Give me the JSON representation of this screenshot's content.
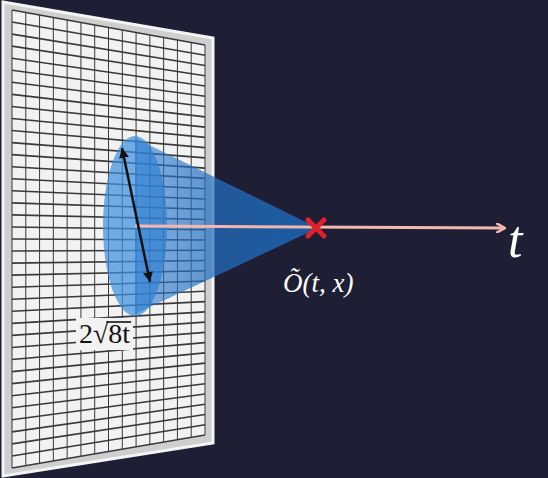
{
  "diagram": {
    "labels": [
      "2√8t",
      "t",
      "Õ(t, x)"
    ]
  }
}
